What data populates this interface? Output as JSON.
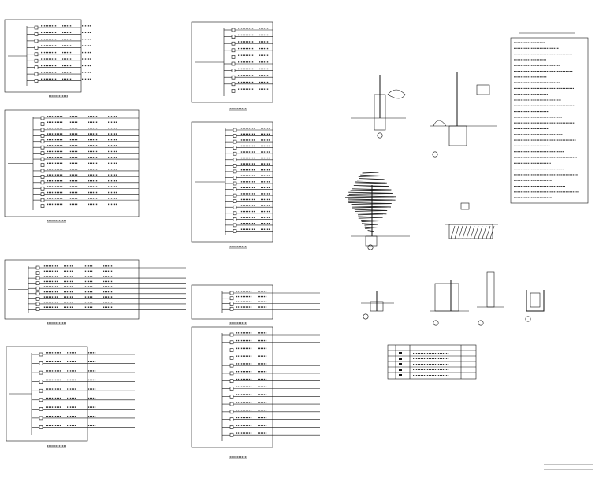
{
  "drawing": {
    "description_free": true,
    "panels_left": [
      {
        "id": "p1",
        "rows": 9
      },
      {
        "id": "p2",
        "rows": 16
      },
      {
        "id": "p3",
        "rows": 9
      },
      {
        "id": "p4",
        "rows": 9
      }
    ],
    "panels_mid": [
      {
        "id": "m1",
        "rows": 10
      },
      {
        "id": "m2",
        "rows": 18
      },
      {
        "id": "m3",
        "rows": 4
      },
      {
        "id": "m4",
        "rows": 14
      }
    ],
    "detail_count": 9,
    "notes_rows": 28,
    "legend_rows": 6
  },
  "colors": {
    "line": "#111111",
    "background": "#ffffff",
    "hatch": "#222222"
  }
}
